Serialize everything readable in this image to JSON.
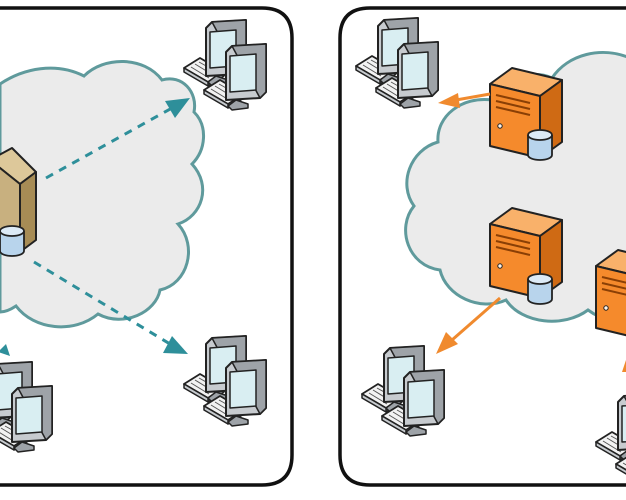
{
  "colors": {
    "panel_border": "#111111",
    "cloud_fill": "#ebebeb",
    "cloud_stroke": "#5f9a9c",
    "central_arrow": "#2e8f9a",
    "distributed_arrow": "#f08a2e",
    "central_server": "#c8b07f",
    "edge_server": "#f58a2c",
    "database": "#b8d4ec"
  },
  "panels": [
    {
      "id": "centralized",
      "icons": [
        "cloud-icon",
        "server-icon",
        "database-icon",
        "computer-icon"
      ],
      "server_count": 1,
      "client_count": 3
    },
    {
      "id": "distributed",
      "icons": [
        "cloud-icon",
        "server-icon",
        "database-icon",
        "computer-icon"
      ],
      "server_count": 3,
      "client_count": 3
    }
  ]
}
